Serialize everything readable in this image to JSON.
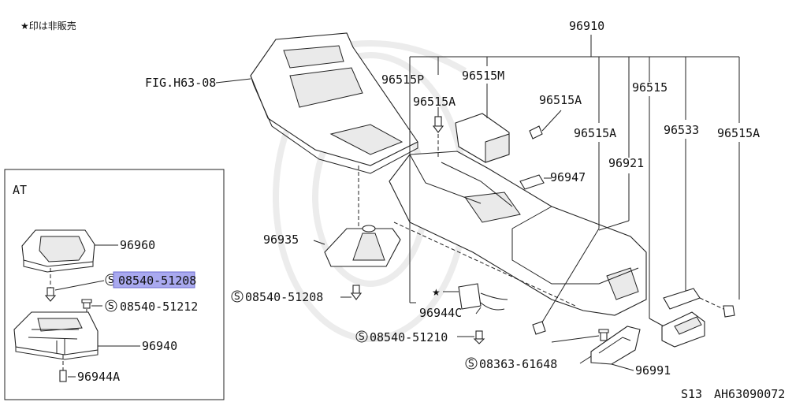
{
  "header": {
    "note": "★印は非販売"
  },
  "figure": {
    "ref": "FIG.H63-08"
  },
  "at_box": {
    "title": "AT"
  },
  "labels": {
    "p96910": "96910",
    "p96515P": "96515P",
    "p96515M": "96515M",
    "p96515A_1": "96515A",
    "p96515A_2": "96515A",
    "p96515A_3": "96515A",
    "p96515A_4": "96515A",
    "p96515": "96515",
    "p96533": "96533",
    "p96921": "96921",
    "p96947": "96947",
    "p96935": "96935",
    "p96944C": "96944C",
    "p96991": "96991",
    "p96960": "96960",
    "p96940": "96940",
    "p96944A": "96944A",
    "s_51208_at": "08540-51208",
    "s_51212": "08540-51212",
    "s_51208": "08540-51208",
    "s_51210": "08540-51210",
    "s_61648": "08363-61648"
  },
  "highlight": {
    "color": "#7b7bd6",
    "fill": "#a9a9ef"
  },
  "symbols": {
    "standard": "S",
    "star": "★"
  },
  "footer": {
    "code_left": "S13",
    "code_right": "AH63090072"
  }
}
